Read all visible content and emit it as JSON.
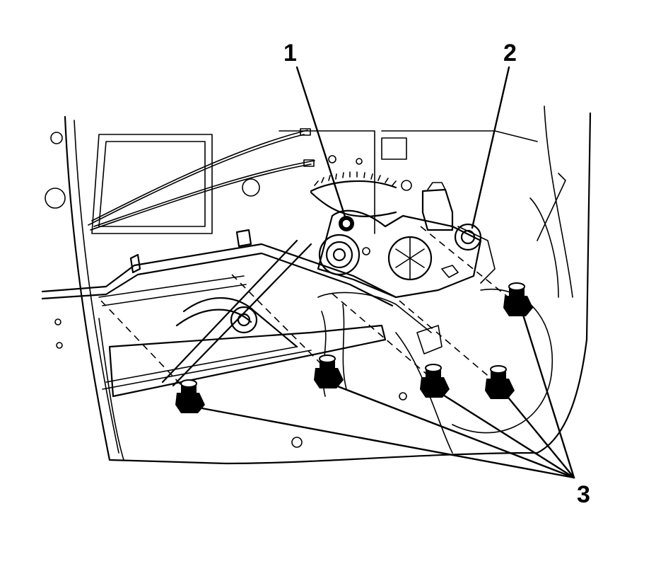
{
  "callouts": [
    {
      "id": "1",
      "label": "1"
    },
    {
      "id": "2",
      "label": "2"
    },
    {
      "id": "3",
      "label": "3"
    }
  ],
  "colors": {
    "line": "#000000",
    "background": "#ffffff",
    "bolt_fill": "#000000"
  }
}
